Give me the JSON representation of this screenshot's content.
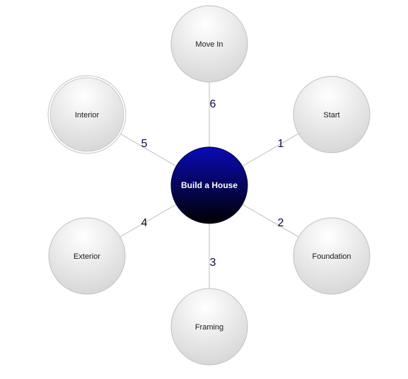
{
  "diagram": {
    "center": {
      "label": "Build a House"
    },
    "steps": [
      {
        "number": "1",
        "label": "Start"
      },
      {
        "number": "2",
        "label": "Foundation"
      },
      {
        "number": "3",
        "label": "Framing"
      },
      {
        "number": "4",
        "label": "Exterior"
      },
      {
        "number": "5",
        "label": "Interior"
      },
      {
        "number": "6",
        "label": "Move In"
      }
    ],
    "colors": {
      "center_top": "#0a0ab8",
      "center_bottom": "#000000",
      "node_top": "#ffffff",
      "node_bottom": "#d2d2d2",
      "node_stroke": "#bfbfbf",
      "spoke": "#bdbdbd",
      "number": "#0a0a3a"
    }
  }
}
